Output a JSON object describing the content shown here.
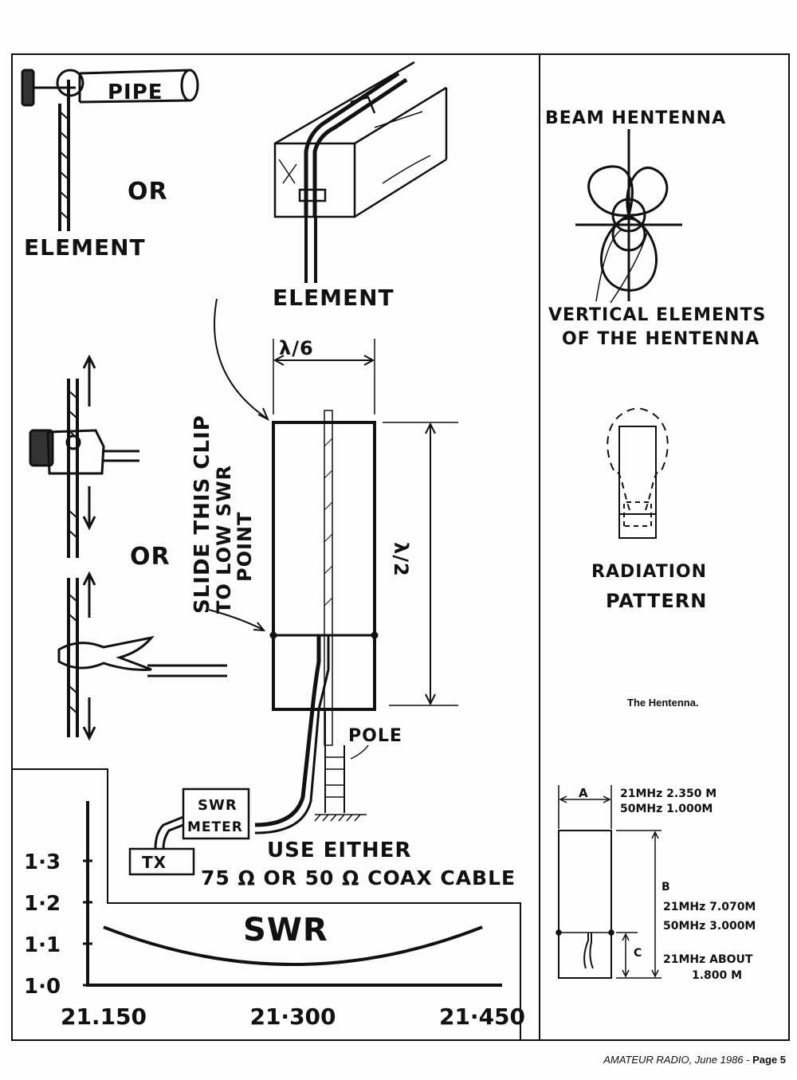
{
  "clip_detail": {
    "pipe_label": "PIPE",
    "or_label": "OR",
    "element_left_label": "ELEMENT",
    "element_center_label": "ELEMENT",
    "or_label_2": "OR"
  },
  "main_diagram": {
    "width_label": "λ/6",
    "height_label": "λ/2",
    "slide_note": [
      "SLIDE THIS CLIP",
      "TO LOW SWR",
      "POINT"
    ],
    "pole_label": "POLE",
    "swr_meter_label": [
      "SWR",
      "METER"
    ],
    "tx_label": "TX",
    "cable_note": [
      "USE EITHER",
      "75 Ω OR 50 Ω COAX CABLE"
    ]
  },
  "beam": {
    "title": "BEAM HENTENNA",
    "note": [
      "VERTICAL ELEMENTS",
      "OF THE HENTENNA"
    ]
  },
  "radiation": {
    "title": [
      "RADIATION",
      "PATTERN"
    ]
  },
  "caption": "The Hentenna.",
  "dimensions": {
    "a_label": "A",
    "a_values": [
      "21MHz  2.350 M",
      "50MHz  1.000M"
    ],
    "b_label": "B",
    "b_values": [
      "21MHz 7.070M",
      "50MHz 3.000M"
    ],
    "c_label": "C",
    "c_values": [
      "21MHz  ABOUT",
      "1.800 M"
    ]
  },
  "chart_data": {
    "type": "line",
    "title": "SWR",
    "categories": [
      "21.150",
      "21·300",
      "21·450"
    ],
    "x": [
      21.15,
      21.3,
      21.45
    ],
    "yticks": [
      "1·0",
      "1·1",
      "1·2",
      "1·3"
    ],
    "ylim": [
      1.0,
      1.3
    ],
    "series": [
      {
        "values": [
          1.14,
          1.05,
          1.14
        ]
      }
    ]
  },
  "footer": {
    "magazine": "AMATEUR RADIO",
    "date": ", June 1986 - ",
    "page": "Page 5"
  }
}
